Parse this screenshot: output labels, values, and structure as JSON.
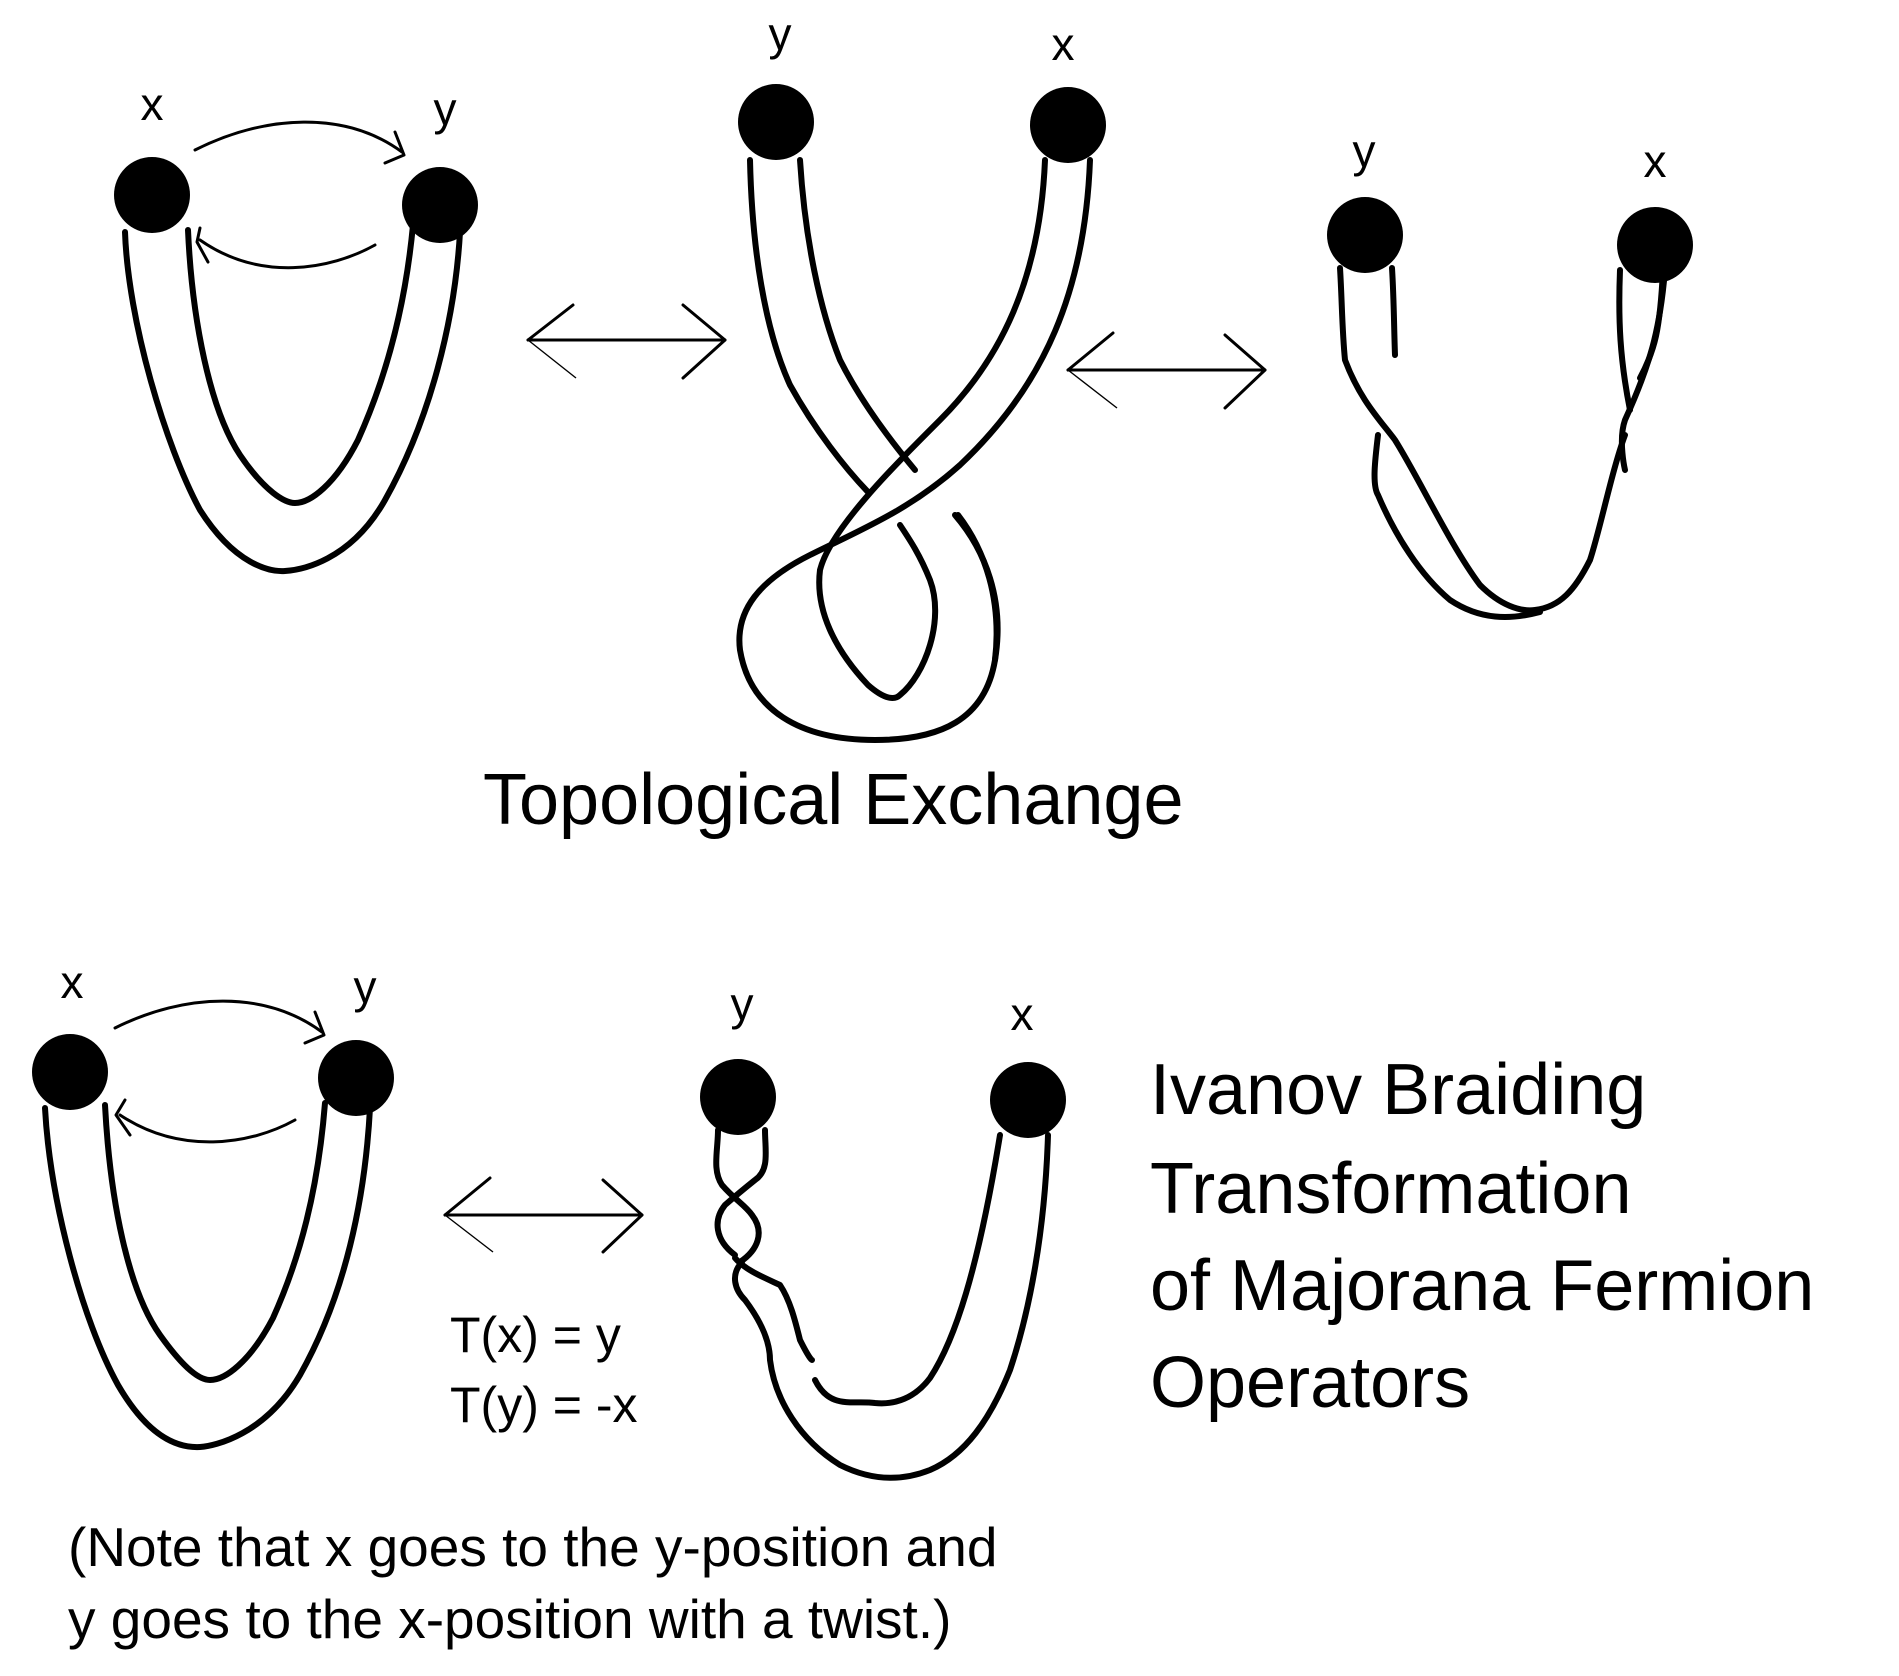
{
  "labels": {
    "x": "x",
    "y": "y"
  },
  "top": {
    "caption": "Topological Exchange"
  },
  "bottom": {
    "title_lines": [
      "Ivanov Braiding",
      "Transformation",
      "of Majorana Fermion",
      "Operators"
    ],
    "equations": [
      "T(x) = y",
      "T(y) = -x"
    ],
    "note_lines": [
      "(Note that x goes to the y-position and",
      "y goes to the x-position with a twist.)"
    ]
  },
  "colors": {
    "ink": "#000000",
    "background": "#ffffff"
  }
}
